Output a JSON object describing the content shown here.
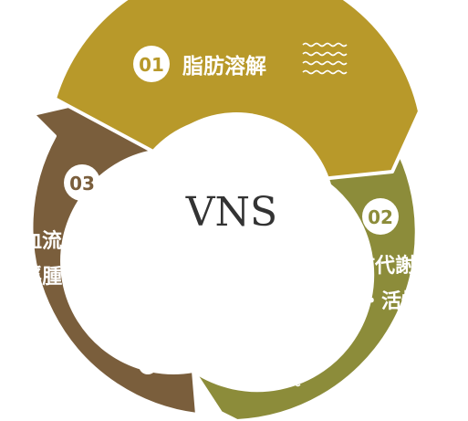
{
  "center_label": "VNS",
  "colors": {
    "segment_1": "#b8992a",
    "segment_2": "#8c8c3a",
    "segment_3": "#7a5e3c",
    "outline": "#ffffff",
    "center_text": "#333333"
  },
  "steps": [
    {
      "number": "01",
      "lines": [
        "脂肪溶解"
      ],
      "icon": "wavy-lines-icon"
    },
    {
      "number": "02",
      "lines": [
        "脂肪代謝の",
        "誘導・活性化"
      ],
      "icon": "up-arrows-wavy-icon"
    },
    {
      "number": "03",
      "lines": [
        "血流の増加が",
        "浮腫を減らす"
      ],
      "icon": "water-drops-icon"
    }
  ]
}
